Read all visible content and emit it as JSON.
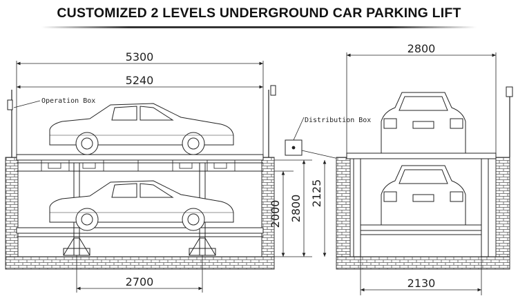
{
  "title": "CUSTOMIZED 2 LEVELS UNDERGROUND CAR PARKING LIFT",
  "labels": {
    "operation_box": "Operation Box",
    "distribution_box": "Distribution Box"
  },
  "dimensions": {
    "overall_length": "5300",
    "platform_length": "5240",
    "post_spacing": "2700",
    "pit_width": "2800",
    "platform_width": "2130",
    "lower_level_height": "2000",
    "pit_depth": "2800",
    "pit_depth_side": "2125"
  }
}
